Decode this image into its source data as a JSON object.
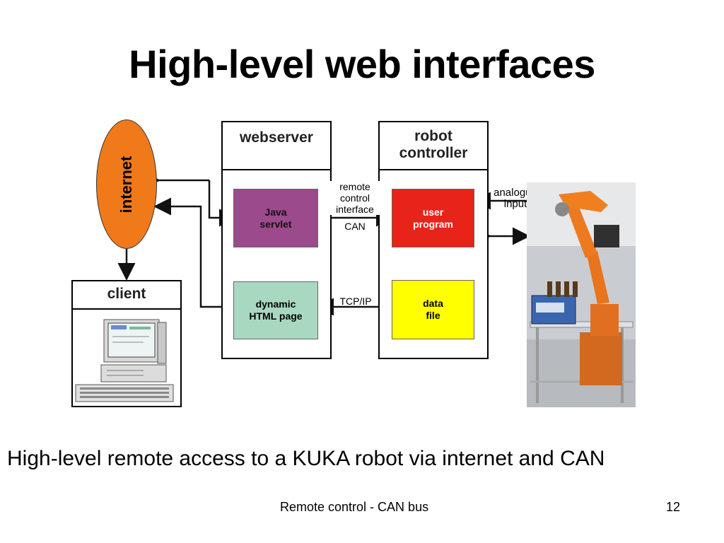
{
  "slide": {
    "title": "High-level web interfaces",
    "caption": "High-level remote access to a KUKA robot via internet and CAN",
    "footer": "Remote control - CAN bus",
    "page_number": "12"
  },
  "diagram": {
    "internet_label": "internet",
    "client_label": "client",
    "webserver_label": "webserver",
    "robot_controller_line1": "robot",
    "robot_controller_line2": "controller",
    "java_servlet_line1": "Java",
    "java_servlet_line2": "servlet",
    "dynamic_html_line1": "dynamic",
    "dynamic_html_line2": "HTML page",
    "user_program_line1": "user",
    "user_program_line2": "program",
    "data_file_line1": "data",
    "data_file_line2": "file",
    "remote_control_line1": "remote",
    "remote_control_line2": "control",
    "remote_control_line3": "interface",
    "remote_control_line4": "CAN",
    "tcpip_label": "TCP/IP",
    "analogue_line1": "analogue",
    "analogue_line2": "input",
    "colors": {
      "internet": "#f07a1a",
      "java_servlet": "#9b4a8c",
      "dynamic_html": "#a8d8c0",
      "user_program": "#e8231a",
      "data_file": "#ffff00"
    }
  }
}
